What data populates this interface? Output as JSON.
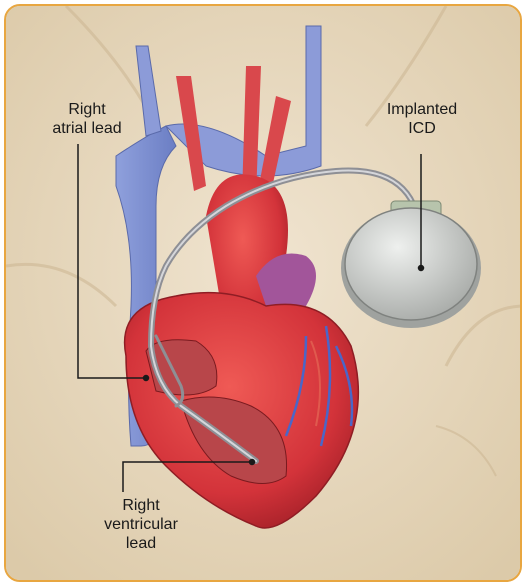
{
  "labels": {
    "right_atrial_lead": [
      "Right",
      "atrial lead"
    ],
    "implanted_icd": [
      "Implanted",
      "ICD"
    ],
    "right_ventricular_lead": [
      "Right",
      "ventricular",
      "lead"
    ]
  },
  "colors": {
    "frame_border": "#e8a640",
    "skin": "#eadcc6",
    "heart_red": "#d8353a",
    "vein_blue": "#7d8fd0",
    "device_gray": "#c9cbc8",
    "leader_line": "#1a1a1a"
  }
}
